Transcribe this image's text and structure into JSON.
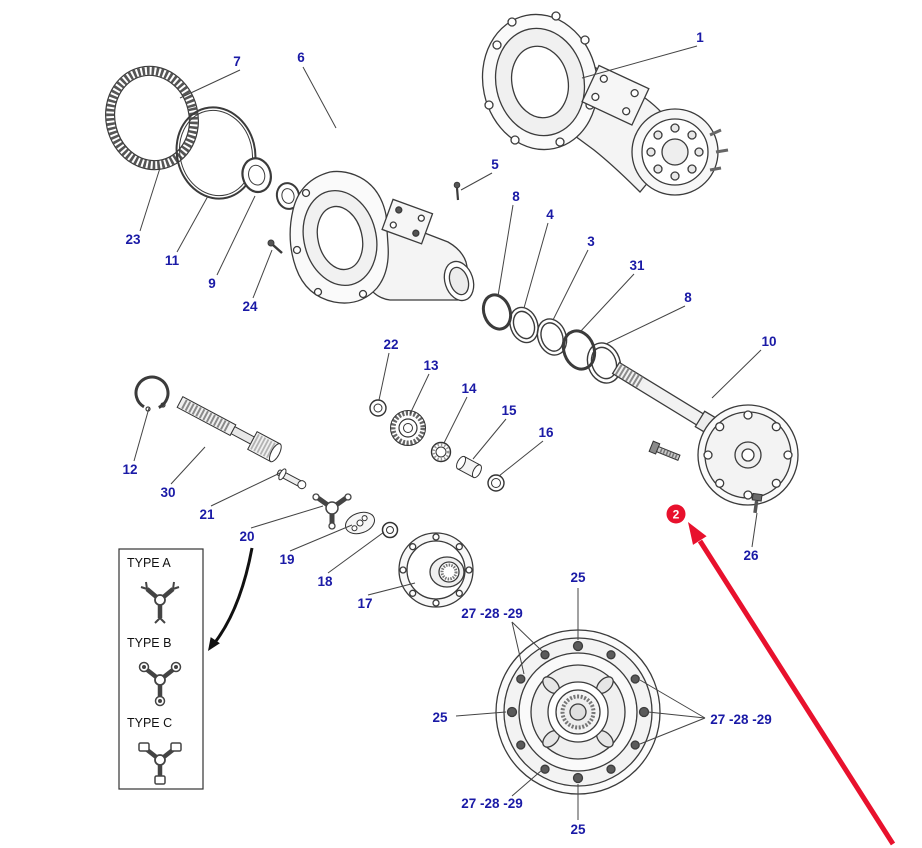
{
  "diagram": {
    "name": "rear-axle-exploded-parts-diagram",
    "highlighted_part": "2"
  },
  "colors": {
    "label_blue": "#1a1aa6",
    "line_dark": "#3b3b3b",
    "highlight_red": "#e8112d",
    "background": "#ffffff"
  },
  "labels": [
    {
      "text": "7"
    },
    {
      "text": "6"
    },
    {
      "text": "1"
    },
    {
      "text": "5"
    },
    {
      "text": "8"
    },
    {
      "text": "4"
    },
    {
      "text": "3"
    },
    {
      "text": "31"
    },
    {
      "text": "8"
    },
    {
      "text": "23"
    },
    {
      "text": "11"
    },
    {
      "text": "9"
    },
    {
      "text": "24"
    },
    {
      "text": "10"
    },
    {
      "text": "22"
    },
    {
      "text": "13"
    },
    {
      "text": "14"
    },
    {
      "text": "15"
    },
    {
      "text": "16"
    },
    {
      "text": "12"
    },
    {
      "text": "30"
    },
    {
      "text": "21"
    },
    {
      "text": "20"
    },
    {
      "text": "19"
    },
    {
      "text": "18"
    },
    {
      "text": "17"
    },
    {
      "text": "26"
    },
    {
      "text": "25"
    },
    {
      "text": "27 -28 -29"
    },
    {
      "text": "25"
    },
    {
      "text": "27 -28 -29"
    },
    {
      "text": "27 -28 -29"
    },
    {
      "text": "25"
    },
    {
      "text": "2"
    }
  ],
  "legend": {
    "types": [
      {
        "label": "TYPE A"
      },
      {
        "label": "TYPE B"
      },
      {
        "label": "TYPE C"
      }
    ]
  }
}
